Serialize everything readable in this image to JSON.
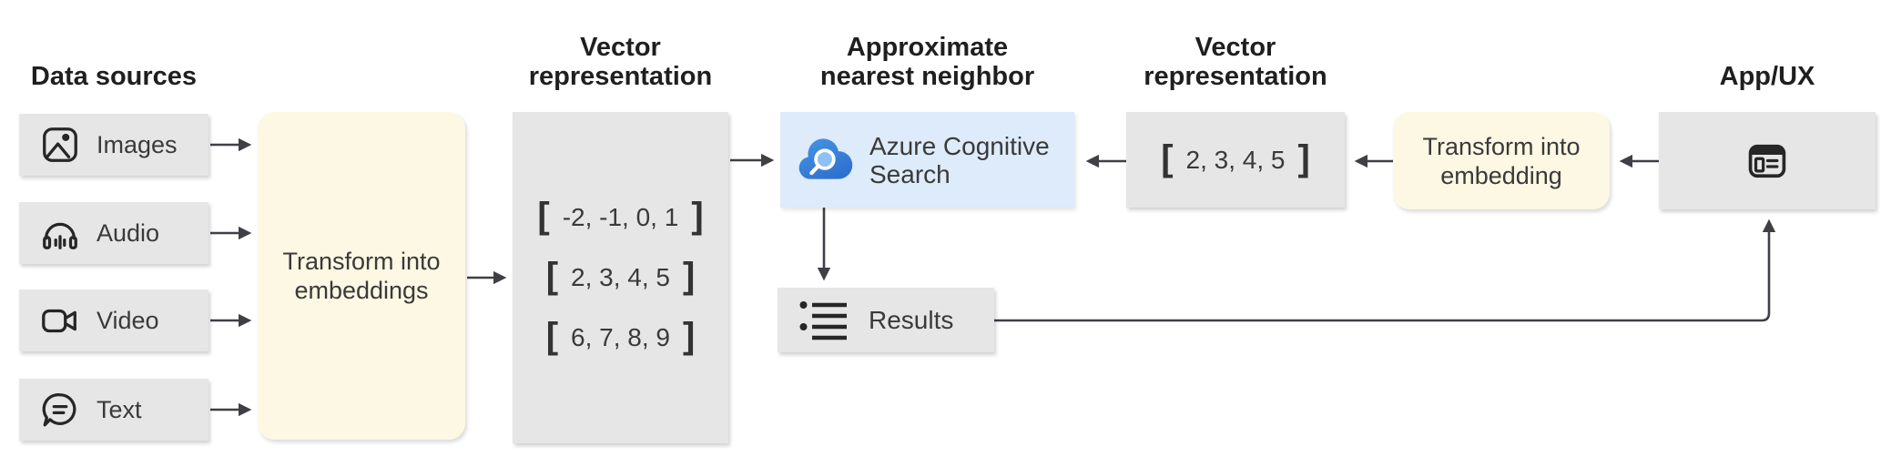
{
  "headings": {
    "data_sources": "Data sources",
    "vector_1": {
      "lines": [
        "Vector",
        "representation"
      ]
    },
    "ann": {
      "lines": [
        "Approximate",
        "nearest neighbor"
      ]
    },
    "vector_2": {
      "lines": [
        "Vector",
        "representation"
      ]
    },
    "app_ux": "App/UX"
  },
  "sources": {
    "items": [
      {
        "label": "Images",
        "icon": "image-icon"
      },
      {
        "label": "Audio",
        "icon": "audio-icon"
      },
      {
        "label": "Video",
        "icon": "video-icon"
      },
      {
        "label": "Text",
        "icon": "text-icon"
      }
    ]
  },
  "embedding_steps": {
    "ingest": {
      "lines": [
        "Transform into",
        "embeddings"
      ]
    },
    "query": {
      "lines": [
        "Transform into",
        "embedding"
      ]
    }
  },
  "vectors": {
    "bracket_open": "[",
    "bracket_close": "]"
  },
  "vector_box_1": {
    "rows": [
      "-2, -1, 0, 1",
      "2, 3, 4, 5",
      "6, 7, 8, 9"
    ]
  },
  "vector_box_2": {
    "row": "2, 3, 4, 5"
  },
  "azure_search": {
    "lines": [
      "Azure Cognitive",
      "Search"
    ],
    "icon": "cloud-search-icon"
  },
  "results": {
    "label": "Results",
    "icon": "bulleted-list-icon"
  },
  "app": {
    "icon": "browser-window-icon"
  },
  "colors": {
    "box_gray": "#e6e6e6",
    "box_yellow": "#fdf8e3",
    "box_blue": "#ddebfa",
    "arrow": "#3f3f46",
    "heading_text": "#1f1f1f",
    "label_text": "#3a3a3a",
    "icon_ink": "#262626",
    "cloud_blue_light": "#4795e6",
    "cloud_blue_dark": "#2e72cf",
    "lens_blue": "#8fc0f5"
  }
}
